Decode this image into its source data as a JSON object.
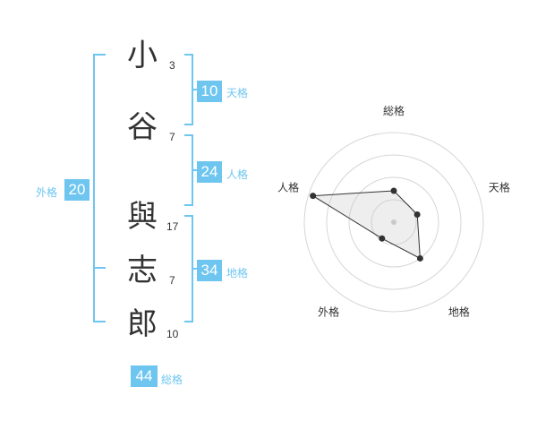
{
  "name": {
    "chars": [
      {
        "char": "小",
        "strokes": "3"
      },
      {
        "char": "谷",
        "strokes": "7"
      },
      {
        "char": "與",
        "strokes": "17"
      },
      {
        "char": "志",
        "strokes": "7"
      },
      {
        "char": "郎",
        "strokes": "10"
      }
    ]
  },
  "kaku": {
    "tenkaku": {
      "value": "10",
      "label": "天格"
    },
    "jinkaku": {
      "value": "24",
      "label": "人格"
    },
    "chikaku": {
      "value": "34",
      "label": "地格"
    },
    "gaikaku": {
      "value": "20",
      "label": "外格"
    },
    "soukaku": {
      "value": "44",
      "label": "総格"
    }
  },
  "accent_color": "#6ec6f0",
  "chart_data": {
    "type": "radar",
    "axes": [
      "総格",
      "天格",
      "地格",
      "外格",
      "人格"
    ],
    "rings": 4,
    "values": [
      1.4,
      1.1,
      2.0,
      0.9,
      3.8
    ],
    "range": [
      0,
      4
    ]
  }
}
